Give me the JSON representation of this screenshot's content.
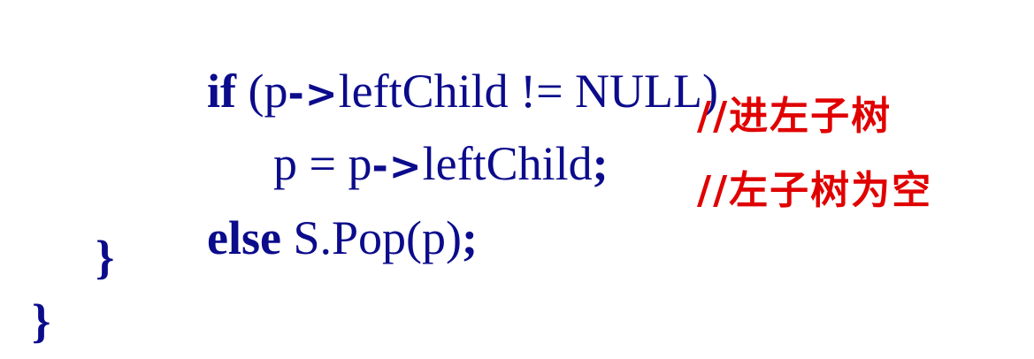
{
  "code": {
    "line1": {
      "keyword": "if",
      "part1": " (p",
      "arrow": "->",
      "part2": "leftChild != NULL)"
    },
    "line2": {
      "part1": "p = p",
      "arrow": "->",
      "part2": "leftChild",
      "semicolon": ";",
      "comment": "//进左子树"
    },
    "line3": {
      "keyword": "else",
      "part1": " S.Pop(p)",
      "semicolon": ";",
      "comment": "//左子树为空"
    },
    "line4": {
      "brace": "}"
    },
    "line5": {
      "brace": "}"
    }
  },
  "colors": {
    "code_text": "#0b0b8c",
    "comment_text": "#e00000",
    "background": "#ffffff"
  }
}
